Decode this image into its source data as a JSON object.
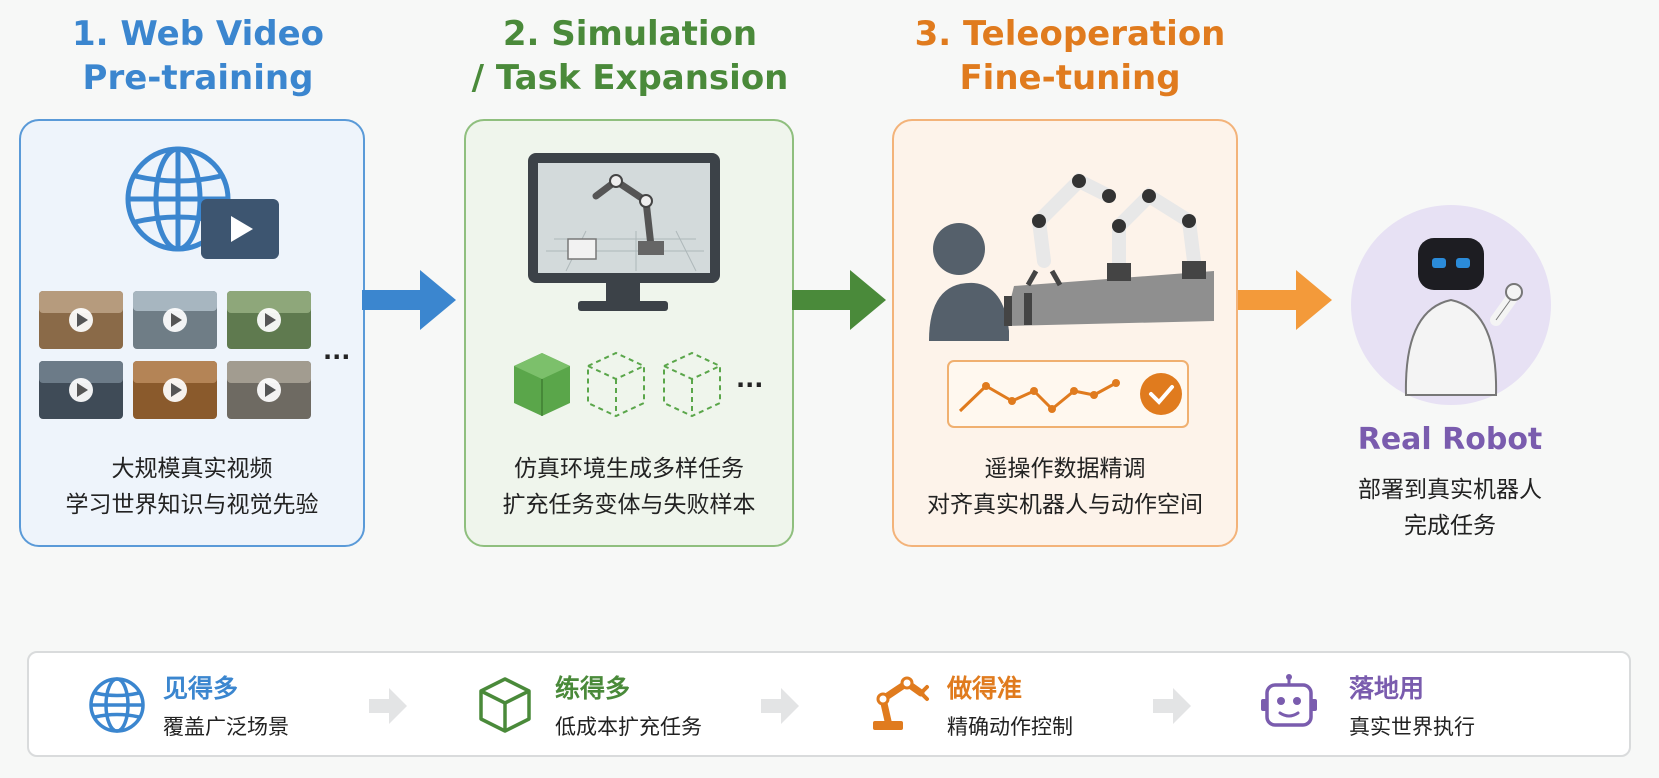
{
  "stages": [
    {
      "title": "1. Web Video\nPre-training",
      "desc": "大规模真实视频\n学习世界知识与视觉先验",
      "color": "#3b86cf"
    },
    {
      "title": "2. Simulation\n/ Task Expansion",
      "desc": "仿真环境生成多样任务\n扩充任务变体与失败样本",
      "color": "#4a8a3a"
    },
    {
      "title": "3. Teleoperation\nFine-tuning",
      "desc": "遥操作数据精调\n对齐真实机器人与动作空间",
      "color": "#e07b1e"
    }
  ],
  "final": {
    "title": "Real Robot",
    "desc": "部署到真实机器人\n完成任务",
    "color": "#7a5cae"
  },
  "ellipsis": "...",
  "summary": [
    {
      "icon": "globe-icon",
      "title": "见得多",
      "sub": "覆盖广泛场景",
      "color": "#3b86cf"
    },
    {
      "icon": "cube-icon",
      "title": "练得多",
      "sub": "低成本扩充任务",
      "color": "#4a8a3a"
    },
    {
      "icon": "robot-arm-icon",
      "title": "做得准",
      "sub": "精确动作控制",
      "color": "#e07b1e"
    },
    {
      "icon": "robot-face-icon",
      "title": "落地用",
      "sub": "真实世界执行",
      "color": "#7a5cae"
    }
  ]
}
